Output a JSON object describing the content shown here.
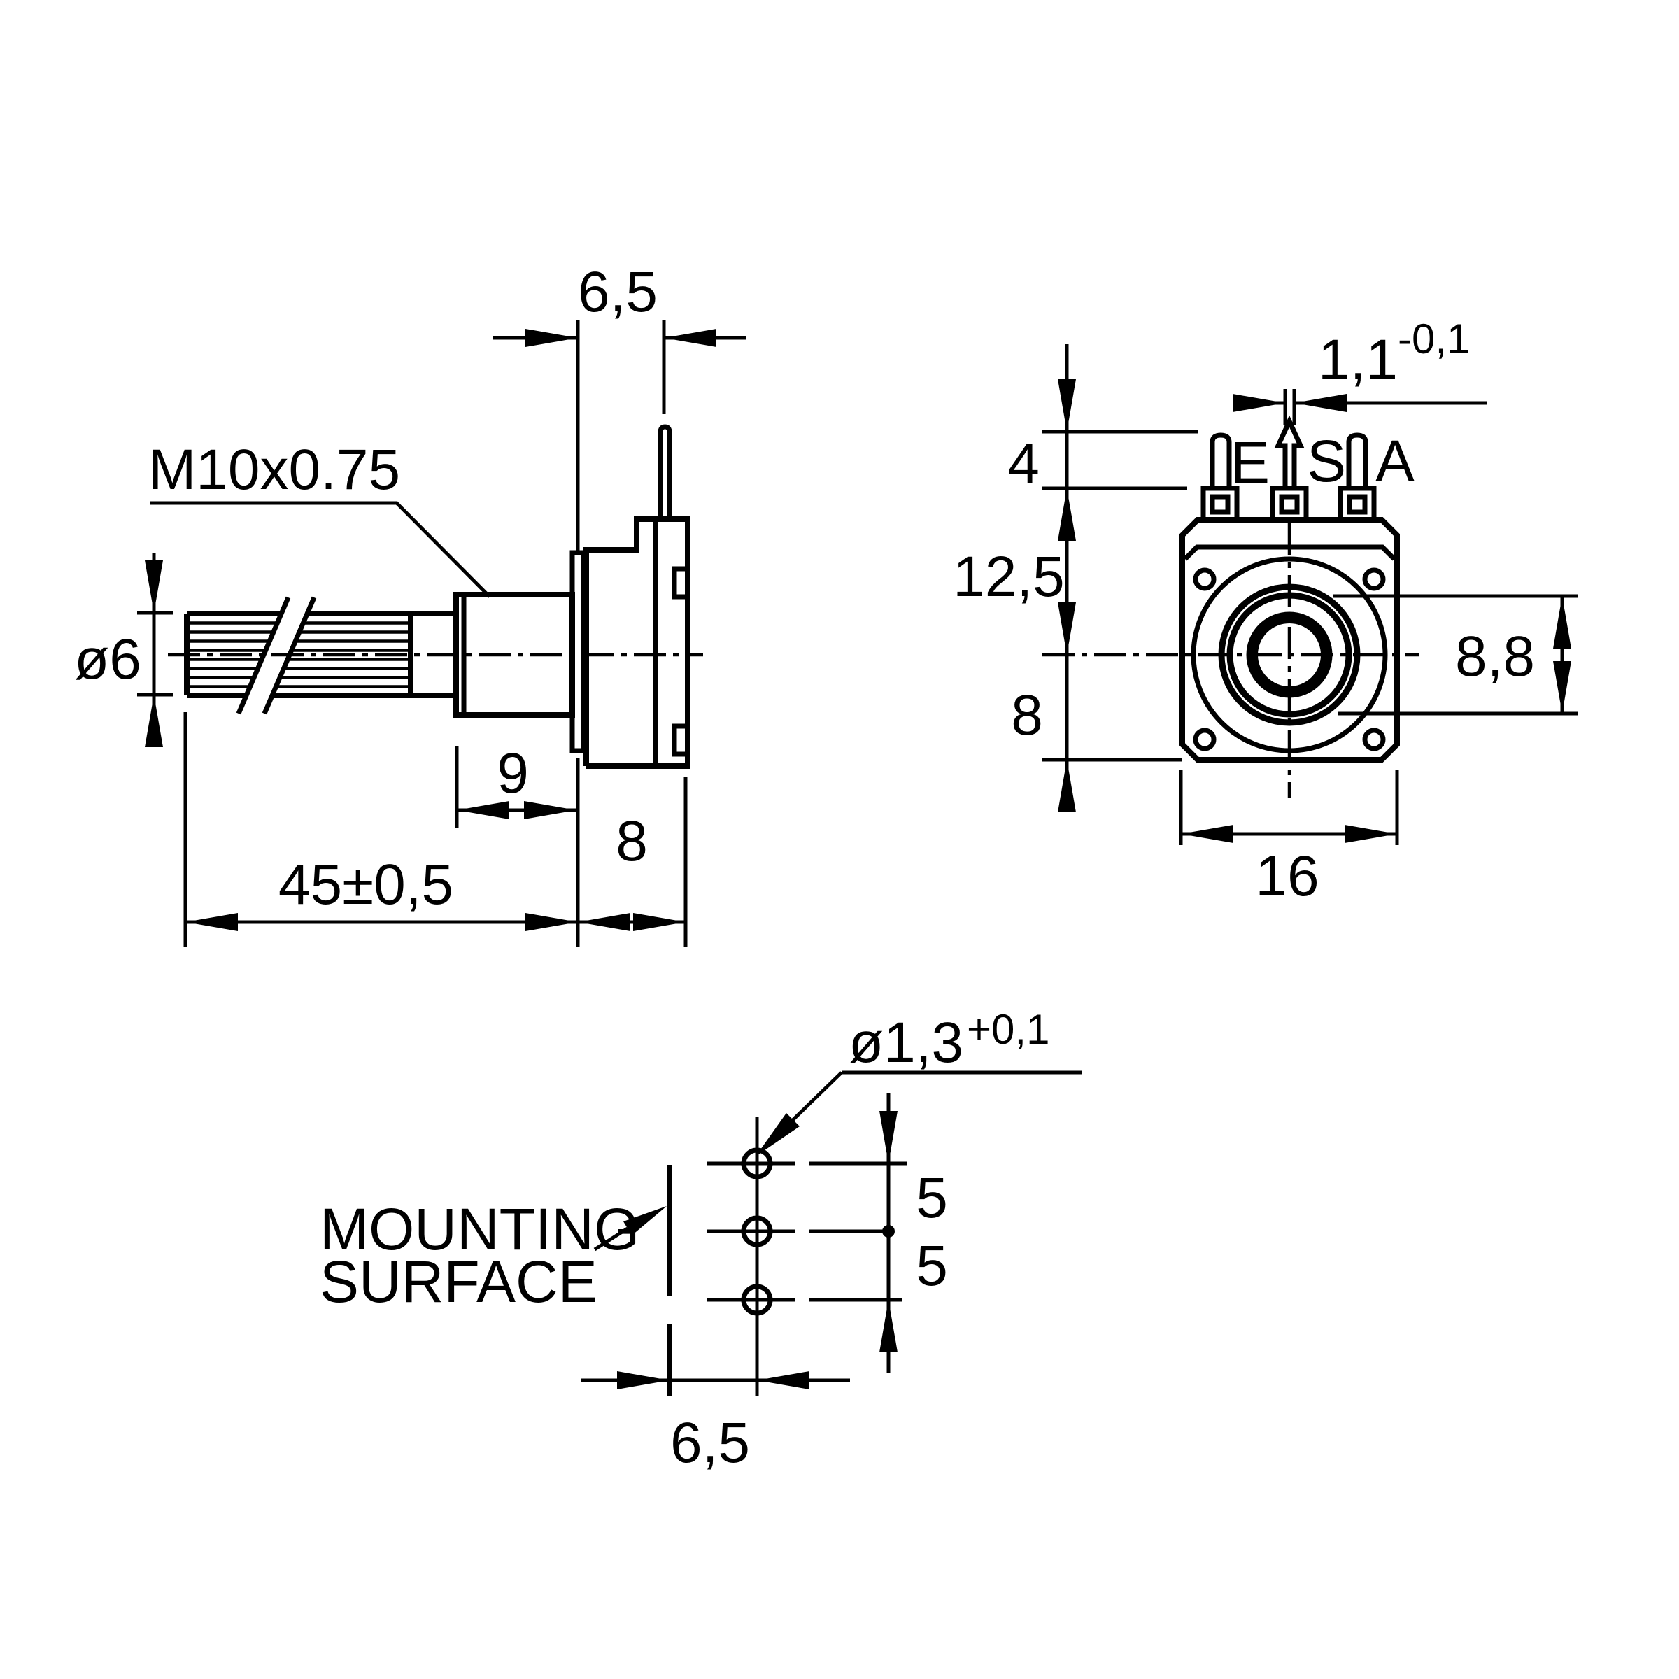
{
  "drawing": {
    "type": "technical-dimension-drawing",
    "component": "rotary potentiometer",
    "side_view": {
      "dim_pin_offset": "6,5",
      "thread_label": "M10x0.75",
      "dim_shaft_diameter": "ø6",
      "dim_bushing_length": "9",
      "dim_body_depth": "8",
      "dim_shaft_length": "45±0,5"
    },
    "front_view": {
      "dim_pin_width": "1,1",
      "dim_pin_width_tolerance": "-0,1",
      "dim_pin_height": "4",
      "dim_top_to_center": "12,5",
      "dim_center_to_bottom": "8",
      "dim_across_flats": "8,8",
      "dim_body_width": "16",
      "pin_labels": {
        "left": "E",
        "middle": "S",
        "right": "A"
      }
    },
    "bottom_view": {
      "dim_hole_diameter": "ø1,3",
      "dim_hole_diameter_tolerance": "+0,1",
      "dim_pin_pitch_top": "5",
      "dim_pin_pitch_bottom": "5",
      "dim_surface_to_pins": "6,5",
      "label_line1": "MOUNTING",
      "label_line2": "SURFACE"
    }
  }
}
